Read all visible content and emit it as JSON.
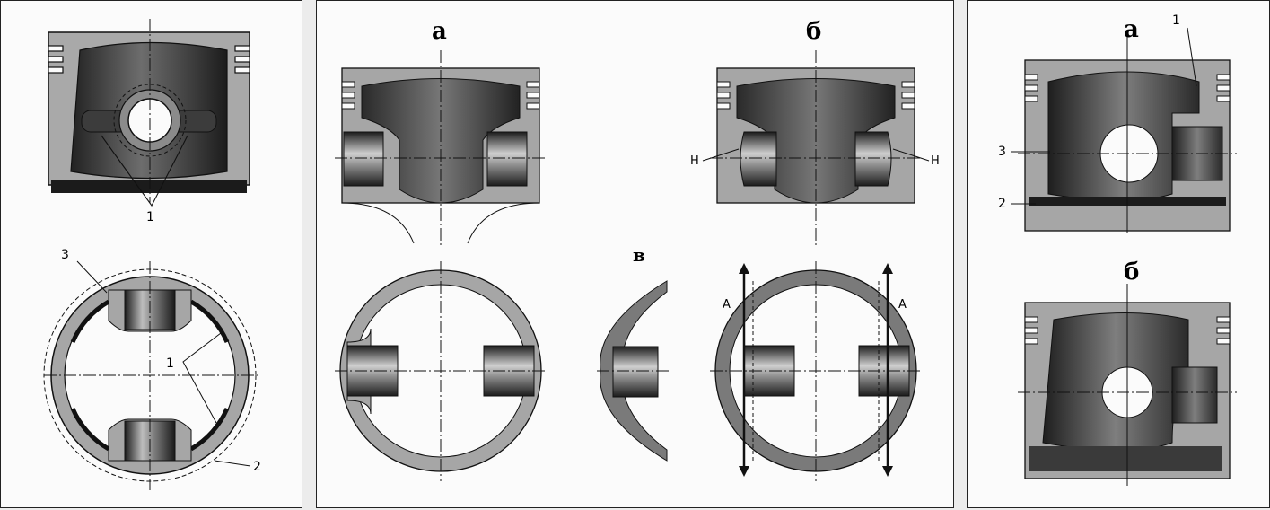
{
  "figure_left": {
    "callouts": {
      "top_label": "1",
      "ring_outer": "3",
      "ribs": "1",
      "ring_inner": "2"
    }
  },
  "figure_mid": {
    "variant_a": "а",
    "variant_b": "б",
    "variant_c": "в",
    "arrow_label_left": "Н",
    "arrow_label_right": "Н",
    "direction_left": "А",
    "direction_right": "А"
  },
  "figure_right": {
    "variant_a": "а",
    "variant_b": "б",
    "callouts": {
      "c1": "1",
      "c2": "2",
      "c3": "3"
    }
  },
  "colors": {
    "metal_light": "#9a9a9a",
    "metal_dark": "#1e1e1e",
    "section": "#a6a6a6",
    "line": "#111111"
  }
}
